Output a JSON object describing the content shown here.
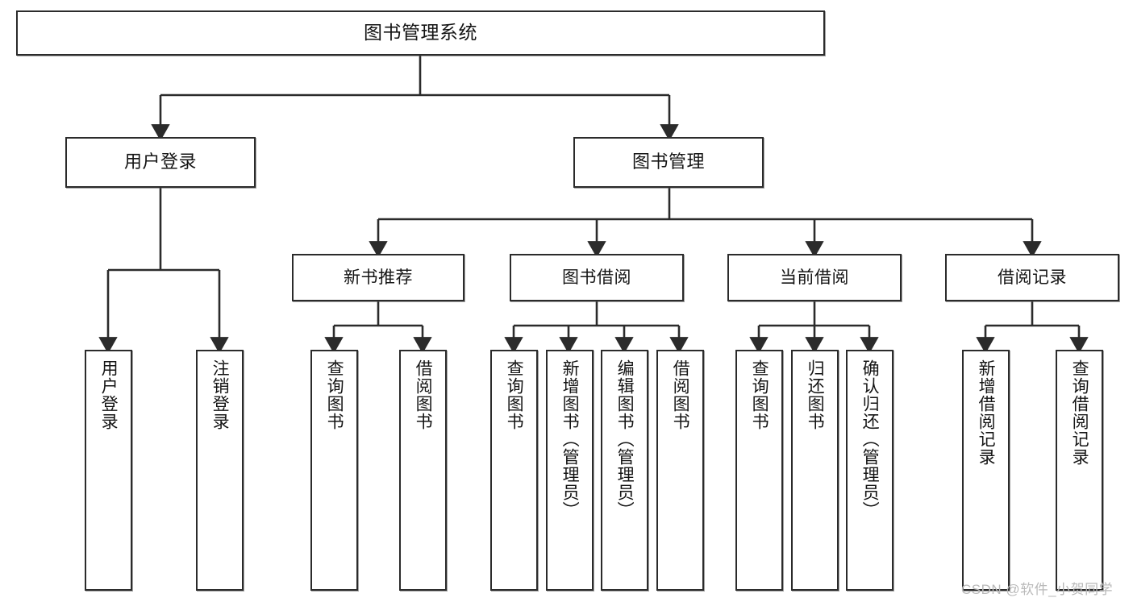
{
  "diagram": {
    "title": "图书管理系统",
    "type": "tree-structure-chart",
    "root": {
      "label": "图书管理系统"
    },
    "level2": [
      {
        "label": "用户登录"
      },
      {
        "label": "图书管理"
      }
    ],
    "level3": [
      {
        "label": "新书推荐"
      },
      {
        "label": "图书借阅"
      },
      {
        "label": "当前借阅"
      },
      {
        "label": "借阅记录"
      }
    ],
    "leaves": {
      "user_login": [
        {
          "label": "用户登录"
        },
        {
          "label": "注销登录"
        }
      ],
      "new_book_recommend": [
        {
          "label": "查询图书"
        },
        {
          "label": "借阅图书"
        }
      ],
      "book_borrow": [
        {
          "label": "查询图书"
        },
        {
          "label": "新增图书（管理员）"
        },
        {
          "label": "编辑图书（管理员）"
        },
        {
          "label": "借阅图书"
        }
      ],
      "current_borrow": [
        {
          "label": "查询图书"
        },
        {
          "label": "归还图书"
        },
        {
          "label": "确认归还（管理员）"
        }
      ],
      "borrow_record": [
        {
          "label": "新增借阅记录"
        },
        {
          "label": "查询借阅记录"
        }
      ]
    }
  },
  "watermark": {
    "text": "CSDN @软件_小贺同学"
  },
  "colors": {
    "stroke": "#2b2b2b",
    "fill": "#ffffff",
    "text": "#141414",
    "watermark": "#b9b9b9"
  }
}
